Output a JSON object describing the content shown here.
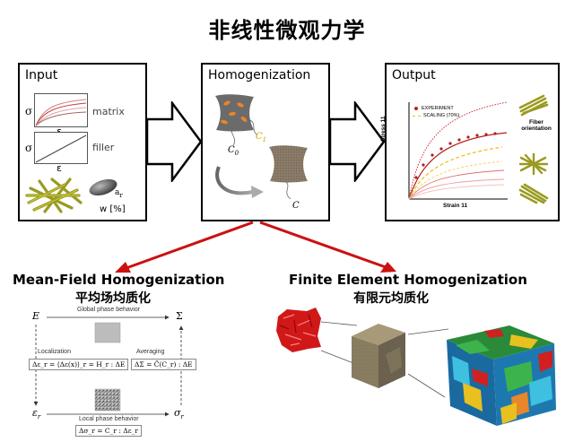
{
  "title": "非线性微观力学",
  "input": {
    "heading": "Input",
    "sigma1": "σ",
    "eps1": "ε",
    "matrix": "matrix",
    "sigma2": "σ",
    "eps2": "ε",
    "filler": "filler",
    "ar": "a",
    "ar_sub": "r",
    "w": "w [%]"
  },
  "homog": {
    "heading": "Homogenization",
    "c0": "C",
    "c0_sub": "0",
    "c1": "C",
    "c1_sub": "1",
    "c": "C"
  },
  "output": {
    "heading": "Output",
    "legend_exp": "EXPERIMENT",
    "legend_scaling": "SCALING (70%)",
    "y_axis": "Stress 11",
    "x_axis": "Strain 11",
    "fiber": "Fiber\norientation"
  },
  "meanfield": {
    "title": "Mean-Field Homogenization",
    "subtitle": "平均场均质化",
    "global": "Global phase behavior",
    "local": "Local phase behavior",
    "localization": "Localization",
    "averaging": "Averaging",
    "E": "E",
    "Sigma": "Σ",
    "eps_r": "ε",
    "sigma_r": "σ",
    "r_sub": "r",
    "eq_loc": "Δε_r = ⟨Δε(x)⟩_r = H_r : ΔE",
    "eq_avg": "ΔΣ = C̄(C_r) : ΔE",
    "eq_local": "Δσ_r = C_r : Δε_r"
  },
  "fe": {
    "title": "Finite Element Homogenization",
    "subtitle": "有限元均质化"
  },
  "colors": {
    "arrow_red": "#cc1111",
    "part_gray": "#6b6b6b",
    "inclusion_orange": "#e8862a",
    "fiber_gold": "#8a8a20"
  }
}
